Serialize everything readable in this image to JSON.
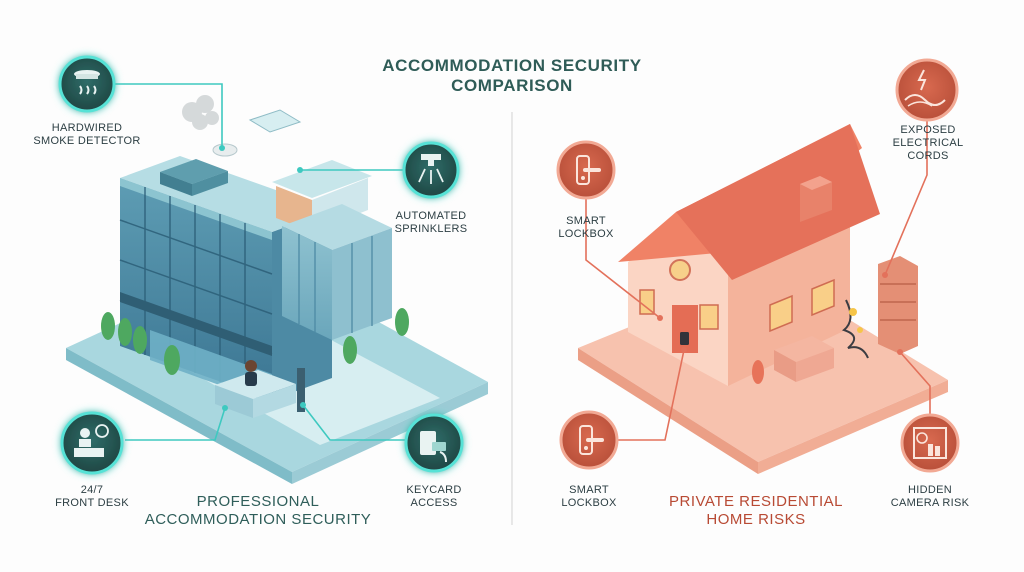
{
  "title": {
    "line1": "ACCOMMODATION SECURITY",
    "line2": "COMPARISON"
  },
  "professional": {
    "heading_line1": "PROFESSIONAL",
    "heading_line2": "ACCOMMODATION SECURITY",
    "features": {
      "smoke_line1": "HARDWIRED",
      "smoke_line2": "SMOKE DETECTOR",
      "sprinkler_line1": "AUTOMATED",
      "sprinkler_line2": "SPRINKLERS",
      "desk_line1": "24/7",
      "desk_line2": "FRONT DESK",
      "keycard_line1": "KEYCARD",
      "keycard_line2": "ACCESS"
    }
  },
  "residential": {
    "heading_line1": "PRIVATE RESIDENTIAL",
    "heading_line2": "HOME RISKS",
    "features": {
      "lockbox_top_line1": "SMART",
      "lockbox_top_line2": "LOCKBOX",
      "cords_line1": "EXPOSED",
      "cords_line2": "ELECTRICAL",
      "cords_line3": "CORDS",
      "lockbox_bottom_line1": "SMART",
      "lockbox_bottom_line2": "LOCKBOX",
      "camera_line1": "HIDDEN",
      "camera_line2": "CAMERA RISK"
    }
  },
  "colors": {
    "teal_accent": "#3ec9c0",
    "teal_dark": "#24504e",
    "coral_accent": "#e3715b",
    "coral_dark": "#a9402c"
  }
}
